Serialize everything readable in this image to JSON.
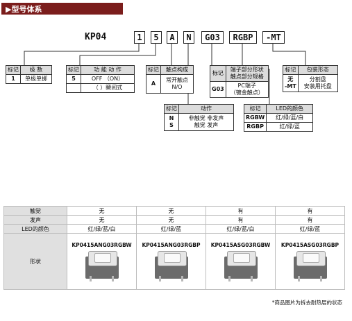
{
  "header": {
    "title": "▶型号体系"
  },
  "model": {
    "prefix": "KP04",
    "codes": [
      "1",
      "5",
      "A",
      "N",
      "G03",
      "RGBP",
      "-MT"
    ]
  },
  "tables": {
    "poles": {
      "head": [
        "标记",
        "极 数"
      ],
      "rows": [
        [
          "1",
          "单极单掷"
        ]
      ]
    },
    "function": {
      "head": [
        "标记",
        "功 能 动 作"
      ],
      "rows": [
        [
          "5",
          "OFF （ON）"
        ],
        [
          "",
          "（ ）瞬间式"
        ]
      ]
    },
    "contact": {
      "head": [
        "标记",
        "触点构成"
      ],
      "rows": [
        [
          "A",
          "常开触点\nN/O"
        ]
      ]
    },
    "action": {
      "head": [
        "标记",
        "动作"
      ],
      "rows": [
        [
          "N\nS",
          "非触觉  非发声\n触觉  发声"
        ]
      ]
    },
    "terminal": {
      "head": [
        "标记",
        "端子部分形状\n触点部分规格"
      ],
      "rows": [
        [
          "G03",
          "PC端子\n（镀金触点）"
        ]
      ]
    },
    "led": {
      "head": [
        "标记",
        "LED的颜色"
      ],
      "rows": [
        [
          "RGBW",
          "红/绿/蓝/白"
        ],
        [
          "RGBP",
          "红/绿/蓝"
        ]
      ]
    },
    "package": {
      "head": [
        "标记",
        "包装形态"
      ],
      "rows": [
        [
          "无\n-MT",
          "分割盘\n安装用托盘"
        ]
      ]
    }
  },
  "comparison": {
    "row_labels": [
      "触觉",
      "发声",
      "LED的颜色",
      "形状"
    ],
    "columns": [
      {
        "tactile": "无",
        "sound": "无",
        "led": "红/绿/蓝/白",
        "part": "KP0415ANG03RGBW"
      },
      {
        "tactile": "无",
        "sound": "无",
        "led": "红/绿/蓝",
        "part": "KP0415ANG03RGBP"
      },
      {
        "tactile": "有",
        "sound": "有",
        "led": "红/绿/蓝/白",
        "part": "KP0415ASG03RGBW"
      },
      {
        "tactile": "有",
        "sound": "有",
        "led": "红/绿/蓝",
        "part": "KP0415ASG03RGBP"
      }
    ]
  },
  "footnote": "*商品图片为拆去耐热层的状态",
  "colors": {
    "title_bar": "#7b1d1c",
    "header_cell": "#dcdcdc",
    "switch_body": "#6b6b6b"
  }
}
